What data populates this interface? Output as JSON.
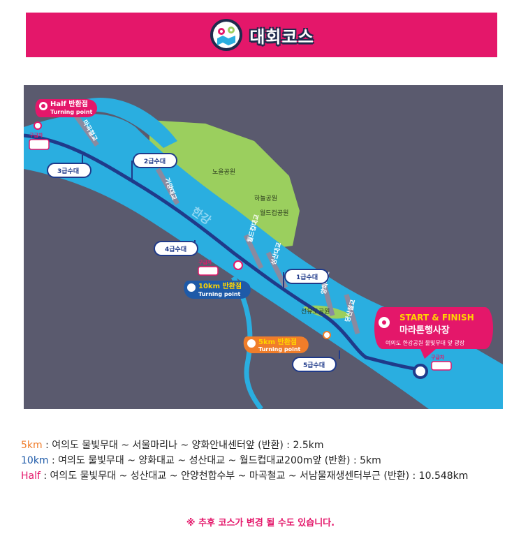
{
  "header": {
    "title": "대회코스"
  },
  "map": {
    "river_label": "한강",
    "parks": [
      "노을공원",
      "하늘공원",
      "월드컵공원",
      "선유도공원"
    ],
    "bridges": [
      "마곡철교",
      "가양대교",
      "월드컵대교",
      "성산대교",
      "양화대교",
      "당산철교"
    ],
    "water_stations": [
      "1급수대",
      "2급수대",
      "3급수대",
      "4급수대",
      "5급수대"
    ],
    "ambulance_label": "구급차",
    "turning_points": {
      "half": {
        "line1": "Half 반환점",
        "line2": "Turning point"
      },
      "ten": {
        "line1": "10km 반환점",
        "line2": "Turning point"
      },
      "five": {
        "line1": "5km 반환점",
        "line2": "Turning point"
      }
    },
    "start": {
      "line1": "START & FINISH",
      "line2": "마라톤행사장",
      "line3": "여의도 한강공원 물빛무대 앞 광장"
    },
    "colors": {
      "river": "#2aaee0",
      "land": "#5a5a6e",
      "park": "#9bcf5e",
      "route": "#1f3a8a",
      "half": "#e4176a",
      "five": "#f07d2a",
      "ten": "#1e5aa8"
    }
  },
  "legend": [
    {
      "key": "5km",
      "text": " : 여의도 물빛무대 ~ 서울마리나 ~ 양화안내센터앞 (반환) : 2.5km"
    },
    {
      "key": "10km",
      "text": " : 여의도 물빛무대 ~ 양화대교 ~ 성산대교 ~ 월드컵대교200m앞 (반환) : 5km"
    },
    {
      "key": "Half",
      "text": " : 여의도 물빛무대 ~ 성산대교 ~ 안양천합수부 ~ 마곡철교 ~ 서남물재생센터부근 (반환) : 10.548km"
    }
  ],
  "note": "※ 추후 코스가 변경 될 수도 있습니다."
}
